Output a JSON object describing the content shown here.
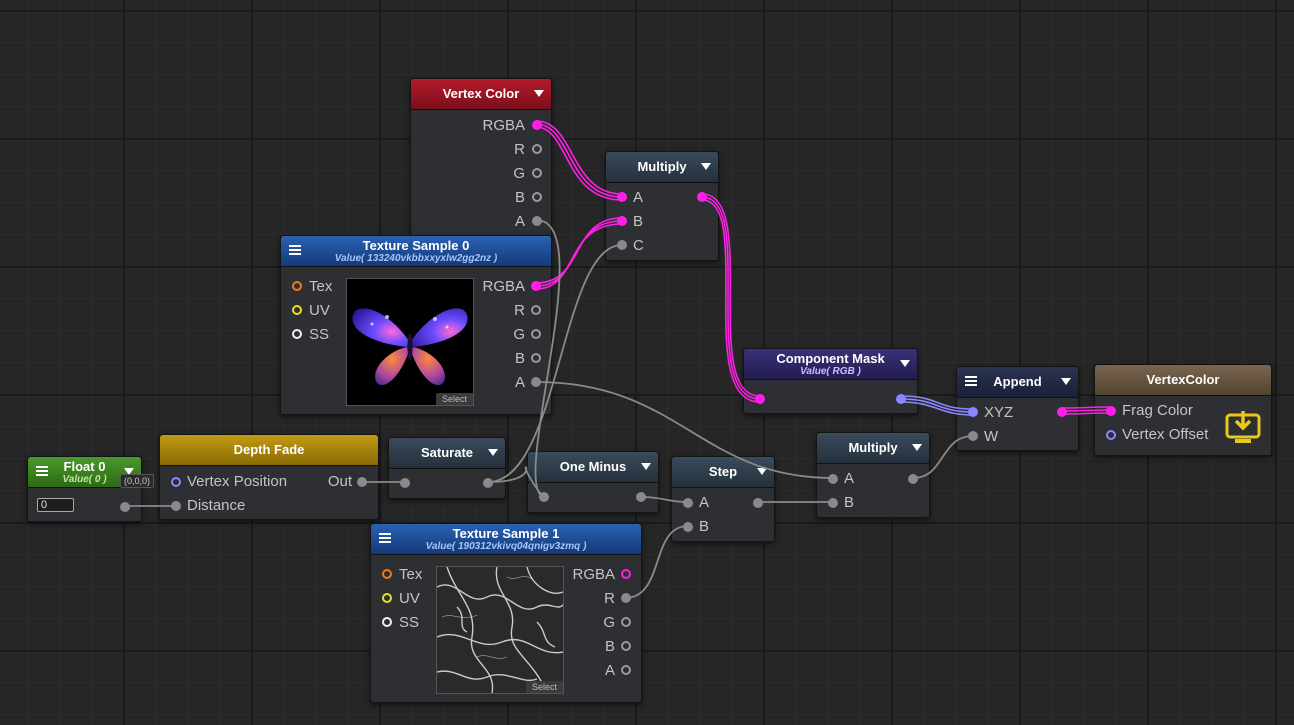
{
  "nodes": {
    "vertex_color": {
      "title": "Vertex Color",
      "outputs": [
        "RGBA",
        "R",
        "G",
        "B",
        "A"
      ]
    },
    "multiply_1": {
      "title": "Multiply",
      "inputs": [
        "A",
        "B",
        "C"
      ]
    },
    "texture_sample_0": {
      "title": "Texture Sample 0",
      "subtitle": "Value( 133240vkbbxxyxlw2gg2nz )",
      "inputs": [
        "Tex",
        "UV",
        "SS"
      ],
      "outputs": [
        "RGBA",
        "R",
        "G",
        "B",
        "A"
      ],
      "select_label": "Select"
    },
    "component_mask": {
      "title": "Component Mask",
      "subtitle": "Value( RGB )"
    },
    "append": {
      "title": "Append",
      "inputs": [
        "XYZ",
        "W"
      ]
    },
    "output": {
      "title": "VertexColor",
      "inputs": [
        "Frag Color",
        "Vertex Offset"
      ]
    },
    "float_0": {
      "title": "Float 0",
      "subtitle": "Value( 0 )",
      "value": "0",
      "preview": "(0,0,0)"
    },
    "depth_fade": {
      "title": "Depth Fade",
      "inputs": [
        "Vertex Position",
        "Distance"
      ],
      "outputs": [
        "Out"
      ]
    },
    "saturate": {
      "title": "Saturate"
    },
    "one_minus": {
      "title": "One Minus"
    },
    "step": {
      "title": "Step",
      "inputs": [
        "A",
        "B"
      ]
    },
    "multiply_2": {
      "title": "Multiply",
      "inputs": [
        "A",
        "B"
      ]
    },
    "texture_sample_1": {
      "title": "Texture Sample 1",
      "subtitle": "Value( 190312vkivq04qnigv3zmq )",
      "inputs": [
        "Tex",
        "UV",
        "SS"
      ],
      "outputs": [
        "RGBA",
        "R",
        "G",
        "B",
        "A"
      ],
      "select_label": "Select"
    }
  },
  "colors": {
    "canvas": "#262626",
    "node_body": "#2d2f33",
    "wire_color4": "#ff1fe6",
    "wire_color3": "#8a86ff",
    "wire_float": "#8a8a8a"
  }
}
